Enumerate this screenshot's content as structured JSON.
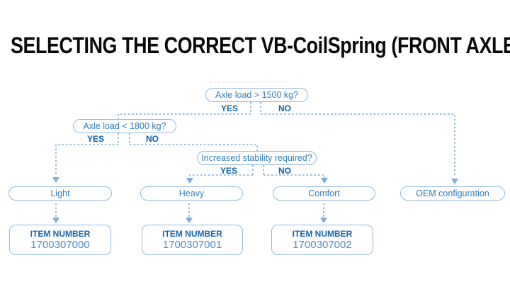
{
  "page": {
    "title": "SELECTING THE CORRECT VB-CoilSpring (FRONT AXLE)"
  },
  "flowchart": {
    "decisions": [
      {
        "question": "Axle load > 1500 kg?",
        "yes": "YES",
        "no": "NO"
      },
      {
        "question": "Axle load < 1800 kg?",
        "yes": "YES",
        "no": "NO"
      },
      {
        "question": "Increased stability required?",
        "yes": "YES",
        "no": "NO"
      }
    ],
    "outcomes": [
      {
        "label": "Light",
        "item_number_label": "ITEM NUMBER",
        "item_number": "1700307000"
      },
      {
        "label": "Heavy",
        "item_number_label": "ITEM NUMBER",
        "item_number": "1700307001"
      },
      {
        "label": "Comfort",
        "item_number_label": "ITEM NUMBER",
        "item_number": "1700307002"
      },
      {
        "label": "OEM configuration"
      }
    ],
    "edges": [
      {
        "from": "Axle load > 1500 kg?",
        "answer": "YES",
        "to": "Axle load < 1800 kg?"
      },
      {
        "from": "Axle load > 1500 kg?",
        "answer": "NO",
        "to": "OEM configuration"
      },
      {
        "from": "Axle load < 1800 kg?",
        "answer": "YES",
        "to": "Light"
      },
      {
        "from": "Axle load < 1800 kg?",
        "answer": "NO",
        "to": "Increased stability required?"
      },
      {
        "from": "Increased stability required?",
        "answer": "YES",
        "to": "Heavy"
      },
      {
        "from": "Increased stability required?",
        "answer": "NO",
        "to": "Comfort"
      },
      {
        "from": "Light",
        "to": "1700307000"
      },
      {
        "from": "Heavy",
        "to": "1700307001"
      },
      {
        "from": "Comfort",
        "to": "1700307002"
      }
    ],
    "colors": {
      "line": "#8cb5db",
      "border": "#92bade",
      "question_text": "#2e7ec0",
      "yes_no_text": "#0e61a9",
      "item_label_text": "#1565ae",
      "item_value_text": "#4a8fc7",
      "title_text": "#0a0a0a"
    }
  }
}
